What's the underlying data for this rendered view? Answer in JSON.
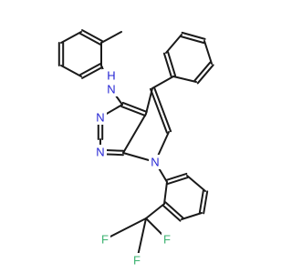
{
  "molecule": {
    "atoms": {
      "amine_n": "N",
      "amine_h": "H",
      "ring_n_upper": "N",
      "ring_n_lower": "N",
      "pyrrole_n": "N",
      "f_left": "F",
      "f_bottom": "F",
      "f_right": "F"
    },
    "colors": {
      "bond": "#1a1a1a",
      "nitrogen": "#2424d4",
      "fluorine": "#3cb371",
      "background": "#ffffff"
    }
  }
}
